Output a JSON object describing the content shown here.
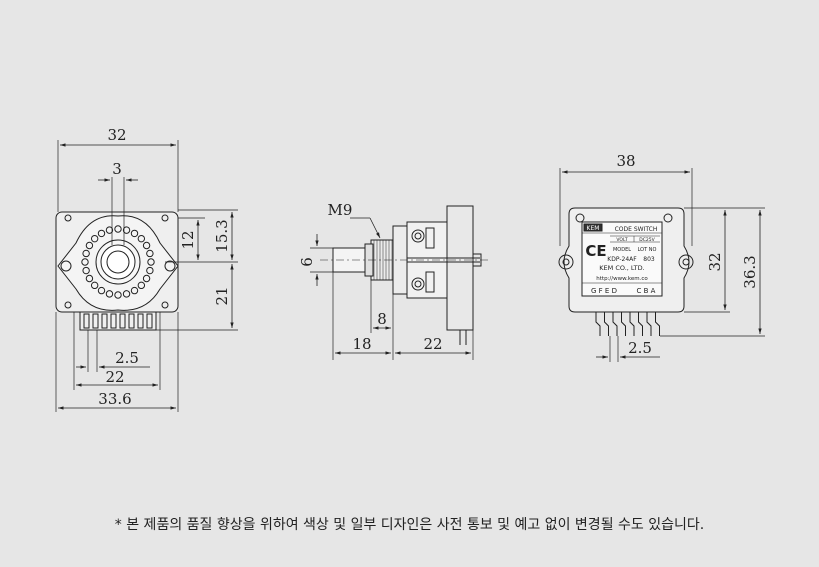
{
  "front_view": {
    "dims": {
      "width_top": "32",
      "shaft_flat": "3",
      "height_12": "12",
      "height_15_3": "15.3",
      "height_21": "21",
      "pin_pitch": "2.5",
      "pin_span": "22",
      "width_bottom": "33.6"
    }
  },
  "side_view": {
    "dims": {
      "thread": "M9",
      "shaft_dia": "6",
      "bushing": "8",
      "shaft_len": "18",
      "body_len": "22"
    }
  },
  "rear_view": {
    "dims": {
      "width": "38",
      "height_32": "32",
      "height_36_3": "36.3",
      "pin_pitch": "2.5"
    },
    "label": {
      "brand": "KEM",
      "title": "CODE SWITCH",
      "volt": "VOLT",
      "volt_value": "DC25V",
      "model": "MODEL",
      "lot": "LOT NO",
      "model_no": "KDP-24AF",
      "lot_no": "803",
      "ce_mark": "CE",
      "company": "KEM CO., LTD.",
      "url": "http://www.kem.co",
      "pins_left": "G F E D",
      "pins_right": "C B A"
    }
  },
  "note": "* 본 제품의 품질 향상을 위하여 색상 및 일부 디자인은 사전 통보 및 예고 없이 변경될 수도 있습니다."
}
